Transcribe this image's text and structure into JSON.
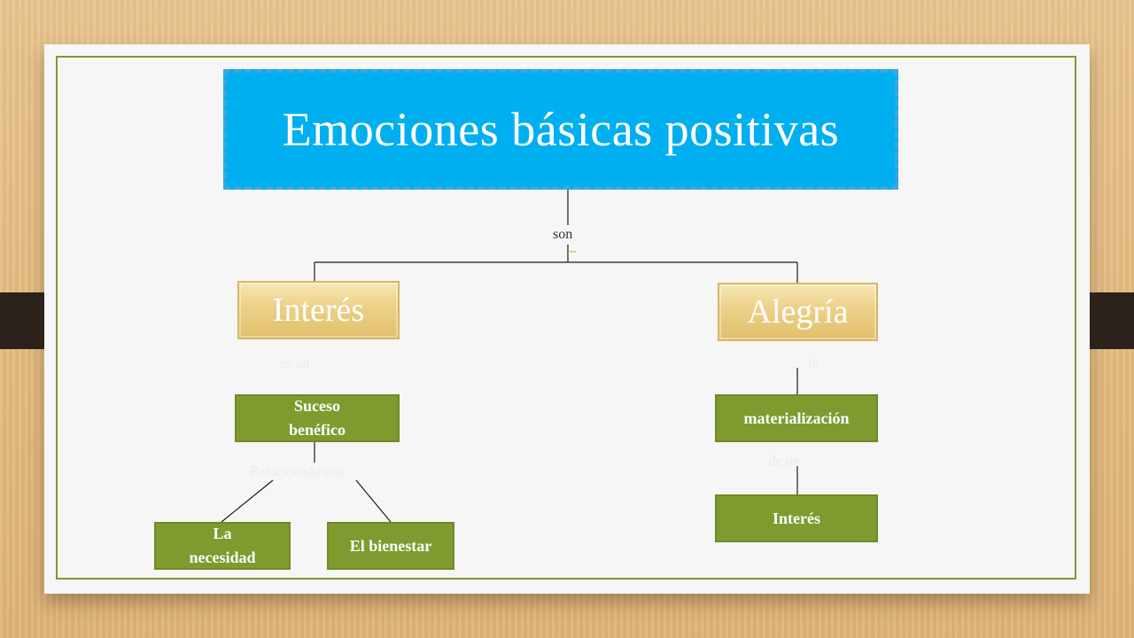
{
  "title": "Emociones básicas positivas",
  "connector_top": "son",
  "left_branch": {
    "label": "Interés",
    "link1": "es un",
    "child": "Suceso benéfico",
    "link2": "Relacionado con",
    "leaves": [
      "La necesidad",
      "El bienestar"
    ]
  },
  "right_branch": {
    "label": "Alegría",
    "link1": "la",
    "child": "materialización",
    "link2": "de un",
    "leaf": "Interés"
  },
  "colors": {
    "title_bg": "#00aff0",
    "gold": "#e2bf6c",
    "green": "#7f9a2f",
    "frame": "#7e9a2e"
  }
}
